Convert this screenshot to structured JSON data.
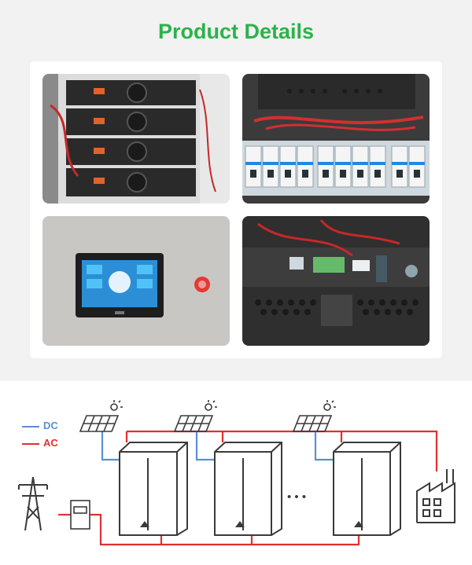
{
  "page": {
    "title": "Product Details"
  },
  "photos": [
    {
      "name": "battery-rack-photo"
    },
    {
      "name": "breaker-panel-photo"
    },
    {
      "name": "touchscreen-panel-photo"
    },
    {
      "name": "control-board-photo"
    }
  ],
  "diagram": {
    "legend": {
      "dc": "DC",
      "ac": "AC"
    },
    "colors": {
      "dc": "#5b8fd3",
      "ac": "#e0312f",
      "outline": "#3a3a3a",
      "title": "#2bb24c"
    },
    "ellipsis": "• • •"
  }
}
